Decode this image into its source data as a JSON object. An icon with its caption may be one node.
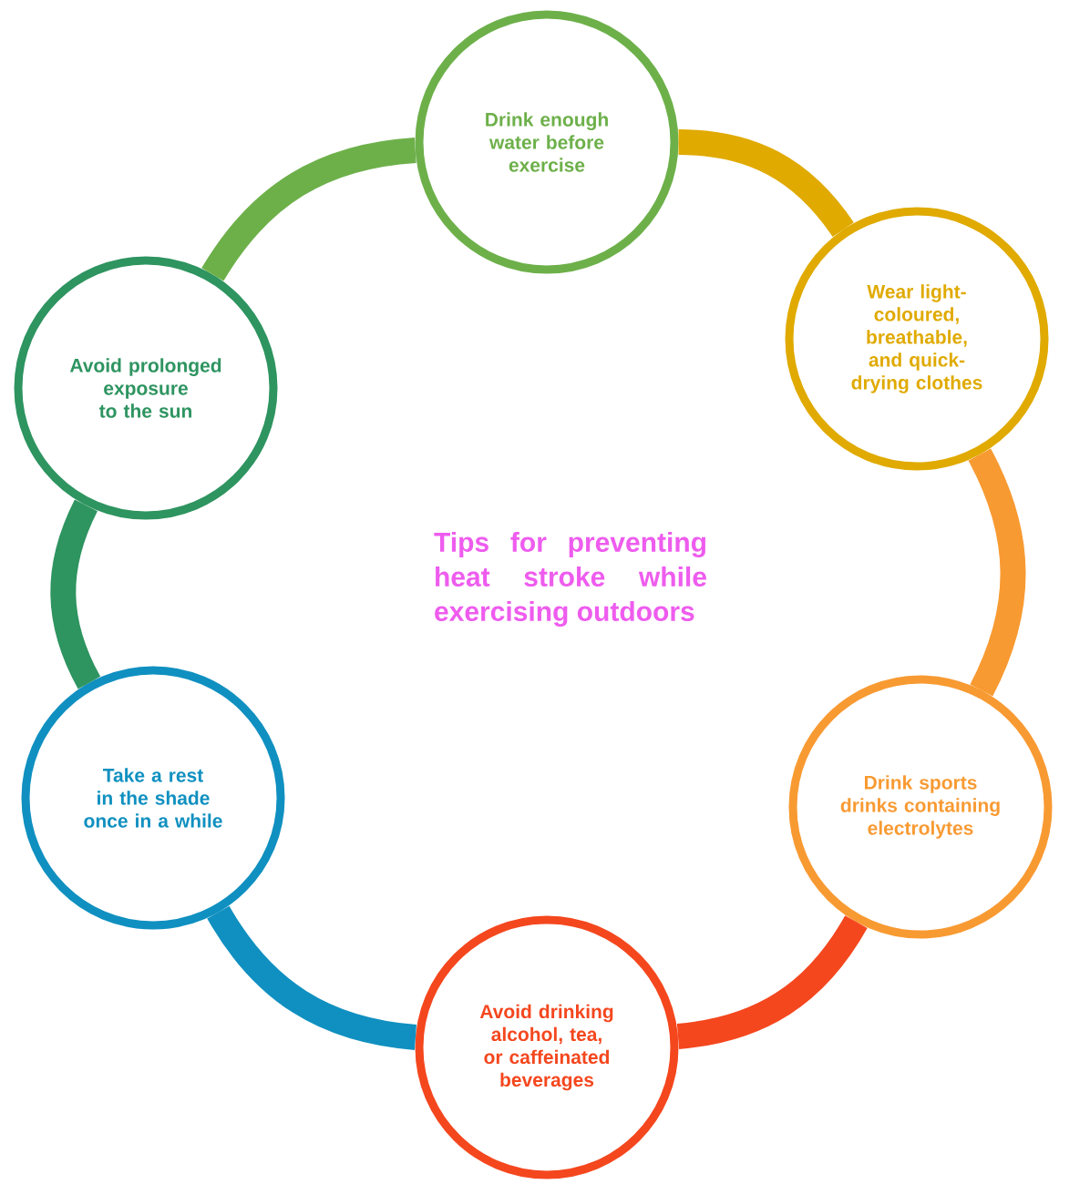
{
  "diagram": {
    "title": "Tips for preventing heat stroke while exercising outdoors",
    "nodes": [
      {
        "text": [
          "Drink enough water before exercise"
        ]
      },
      {
        "text": [
          "Wear light-coloured, breathable, and quick-drying clothes"
        ]
      },
      {
        "text": [
          "Drink sports drinks containing electrolytes"
        ]
      },
      {
        "text": [
          "Avoid drinking alcohol, tea, or caffeinated beverages"
        ]
      },
      {
        "text": [
          "Take a rest in the shade once in a while"
        ]
      },
      {
        "text": [
          "Avoid prolonged exposure to the sun"
        ]
      }
    ],
    "edges": [
      {
        "from": 0,
        "to": 1,
        "arrow": "none",
        "color": "#e0aa00"
      },
      {
        "from": 1,
        "to": 2,
        "arrow": "none",
        "color": "#f89a32"
      },
      {
        "from": 2,
        "to": 3,
        "arrow": "none",
        "color": "#f4471e"
      },
      {
        "from": 3,
        "to": 4,
        "arrow": "none",
        "color": "#1090c0"
      },
      {
        "from": 4,
        "to": 5,
        "arrow": "none",
        "color": "#2e9460"
      },
      {
        "from": 5,
        "to": 0,
        "arrow": "none",
        "color": "#6db04a"
      }
    ]
  }
}
